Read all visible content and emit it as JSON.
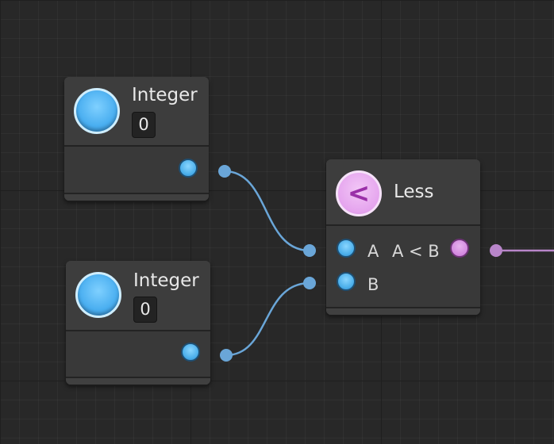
{
  "nodes": {
    "integer_top": {
      "title": "Integer",
      "value": "0",
      "icon": "integer-type-icon",
      "output_port": "integer-output-port"
    },
    "integer_bottom": {
      "title": "Integer",
      "value": "0",
      "icon": "integer-type-icon",
      "output_port": "integer-output-port"
    },
    "less": {
      "title": "Less",
      "icon_glyph": "<",
      "input_a": "A",
      "input_b": "B",
      "output": "A < B"
    }
  },
  "colors": {
    "integer": "#4aaeea",
    "boolean": "#d287df",
    "wire_integer": "#6aa6d8",
    "wire_boolean": "#b885c9",
    "background": "#282828"
  }
}
